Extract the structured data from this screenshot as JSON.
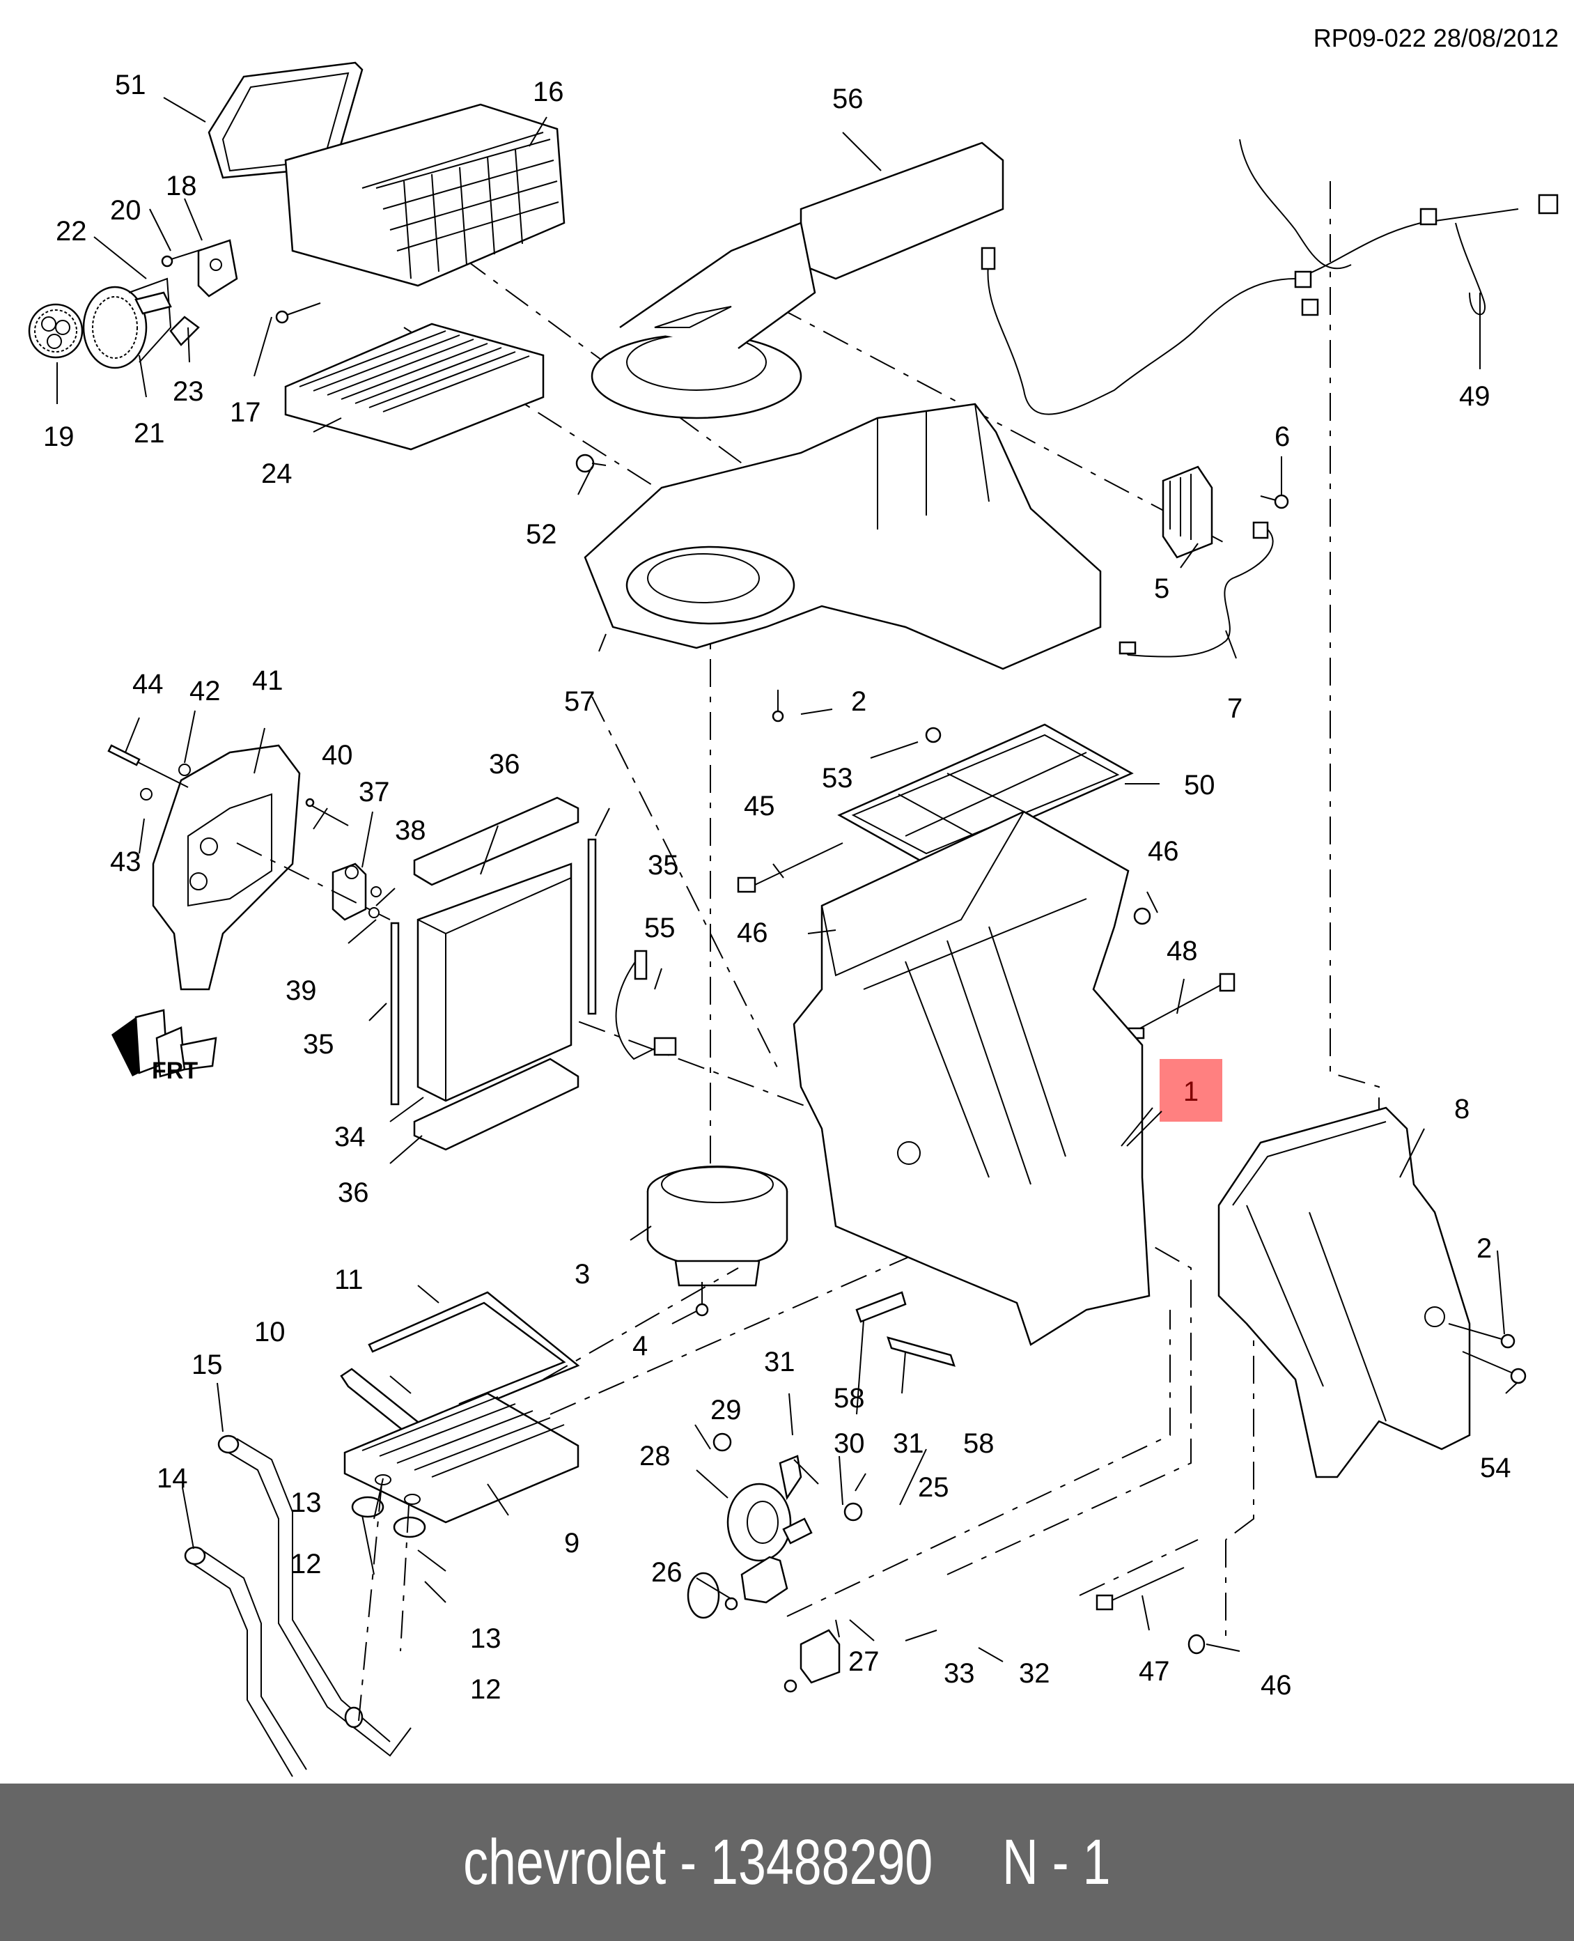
{
  "document": {
    "reference": "RP09-022 28/08/2012",
    "footer": {
      "brand": "chevrolet",
      "separator": " - ",
      "part_number": "13488290",
      "position": "N - 1"
    },
    "highlight": {
      "label": "1",
      "color": "#ff8080",
      "text_color": "#800000"
    },
    "front_marker": "FRT",
    "callouts": [
      {
        "id": "c51",
        "label": "51"
      },
      {
        "id": "c16",
        "label": "16"
      },
      {
        "id": "c56",
        "label": "56"
      },
      {
        "id": "c18",
        "label": "18"
      },
      {
        "id": "c20",
        "label": "20"
      },
      {
        "id": "c22",
        "label": "22"
      },
      {
        "id": "c19",
        "label": "19"
      },
      {
        "id": "c21",
        "label": "21"
      },
      {
        "id": "c23",
        "label": "23"
      },
      {
        "id": "c17",
        "label": "17"
      },
      {
        "id": "c24",
        "label": "24"
      },
      {
        "id": "c49",
        "label": "49"
      },
      {
        "id": "c6",
        "label": "6"
      },
      {
        "id": "c5",
        "label": "5"
      },
      {
        "id": "c52",
        "label": "52"
      },
      {
        "id": "c57",
        "label": "57"
      },
      {
        "id": "c2a",
        "label": "2"
      },
      {
        "id": "c7",
        "label": "7"
      },
      {
        "id": "c44",
        "label": "44"
      },
      {
        "id": "c42",
        "label": "42"
      },
      {
        "id": "c41",
        "label": "41"
      },
      {
        "id": "c40",
        "label": "40"
      },
      {
        "id": "c37",
        "label": "37"
      },
      {
        "id": "c38",
        "label": "38"
      },
      {
        "id": "c36a",
        "label": "36"
      },
      {
        "id": "c43",
        "label": "43"
      },
      {
        "id": "c39",
        "label": "39"
      },
      {
        "id": "c35a",
        "label": "35"
      },
      {
        "id": "c35b",
        "label": "35"
      },
      {
        "id": "c55",
        "label": "55"
      },
      {
        "id": "c34",
        "label": "34"
      },
      {
        "id": "c36b",
        "label": "36"
      },
      {
        "id": "c53",
        "label": "53"
      },
      {
        "id": "c50",
        "label": "50"
      },
      {
        "id": "c45",
        "label": "45"
      },
      {
        "id": "c46a",
        "label": "46"
      },
      {
        "id": "c46b",
        "label": "46"
      },
      {
        "id": "c48",
        "label": "48"
      },
      {
        "id": "c8",
        "label": "8"
      },
      {
        "id": "c3",
        "label": "3"
      },
      {
        "id": "c4",
        "label": "4"
      },
      {
        "id": "c2b",
        "label": "2"
      },
      {
        "id": "c54",
        "label": "54"
      },
      {
        "id": "c11",
        "label": "11"
      },
      {
        "id": "c10",
        "label": "10"
      },
      {
        "id": "c15",
        "label": "15"
      },
      {
        "id": "c14",
        "label": "14"
      },
      {
        "id": "c13a",
        "label": "13"
      },
      {
        "id": "c12a",
        "label": "12"
      },
      {
        "id": "c13b",
        "label": "13"
      },
      {
        "id": "c12b",
        "label": "12"
      },
      {
        "id": "c9",
        "label": "9"
      },
      {
        "id": "c31a",
        "label": "31"
      },
      {
        "id": "c58a",
        "label": "58"
      },
      {
        "id": "c29",
        "label": "29"
      },
      {
        "id": "c30",
        "label": "30"
      },
      {
        "id": "c31b",
        "label": "31"
      },
      {
        "id": "c58b",
        "label": "58"
      },
      {
        "id": "c28",
        "label": "28"
      },
      {
        "id": "c25",
        "label": "25"
      },
      {
        "id": "c26",
        "label": "26"
      },
      {
        "id": "c27",
        "label": "27"
      },
      {
        "id": "c33",
        "label": "33"
      },
      {
        "id": "c32",
        "label": "32"
      },
      {
        "id": "c47",
        "label": "47"
      },
      {
        "id": "c46c",
        "label": "46"
      }
    ]
  }
}
